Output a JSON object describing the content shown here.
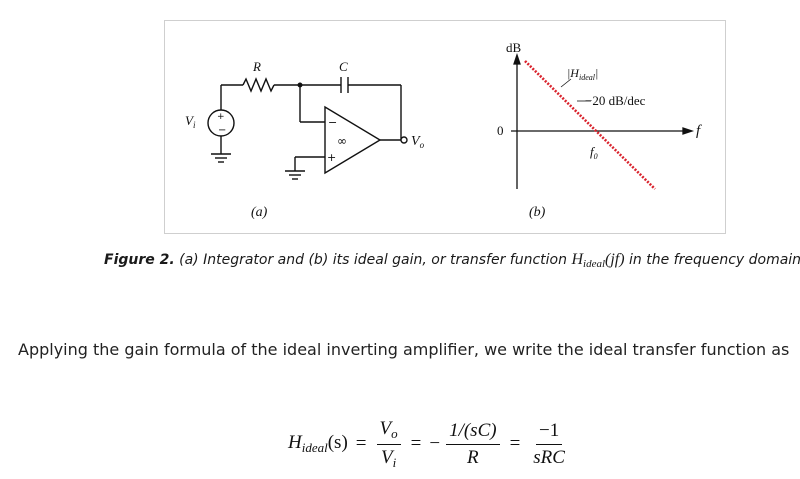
{
  "figure": {
    "circuit": {
      "resistor_label": "R",
      "capacitor_label": "C",
      "source_label": "V",
      "source_sub": "i",
      "output_label": "V",
      "output_sub": "o",
      "opamp_minus": "−",
      "opamp_plus": "+",
      "opamp_gain": "∞",
      "panel_label": "(a)"
    },
    "bode": {
      "y_axis_label": "dB",
      "zero_label": "0",
      "x_axis_label": "f",
      "magnitude_label": "|H",
      "magnitude_sub": "ideal",
      "magnitude_close": "|",
      "slope_label": "−20 dB/dec",
      "crossover_label": "f",
      "crossover_sub": "0",
      "panel_label": "(b)",
      "line_color": "#d9232d"
    }
  },
  "caption": {
    "lead": "Figure 2.",
    "text_before": " (a) Integrator and (b) its ideal gain, or transfer function ",
    "symbol": "H",
    "symbol_sub": "ideal",
    "symbol_arg": "(jf)",
    "text_after": " in the frequency domain."
  },
  "body_text": "Applying the gain formula of the ideal inverting amplifier, we write the ideal transfer function as",
  "equation": {
    "lhs_symbol": "H",
    "lhs_sub": "ideal",
    "lhs_arg": "(s)",
    "eq1": "=",
    "frac1_num": "V",
    "frac1_num_sub": "o",
    "frac1_den": "V",
    "frac1_den_sub": "i",
    "eq2": "=",
    "minus": "−",
    "frac2_num": "1/(sC)",
    "frac2_den": "R",
    "eq3": "=",
    "frac3_num": "−1",
    "frac3_den": "sRC"
  }
}
